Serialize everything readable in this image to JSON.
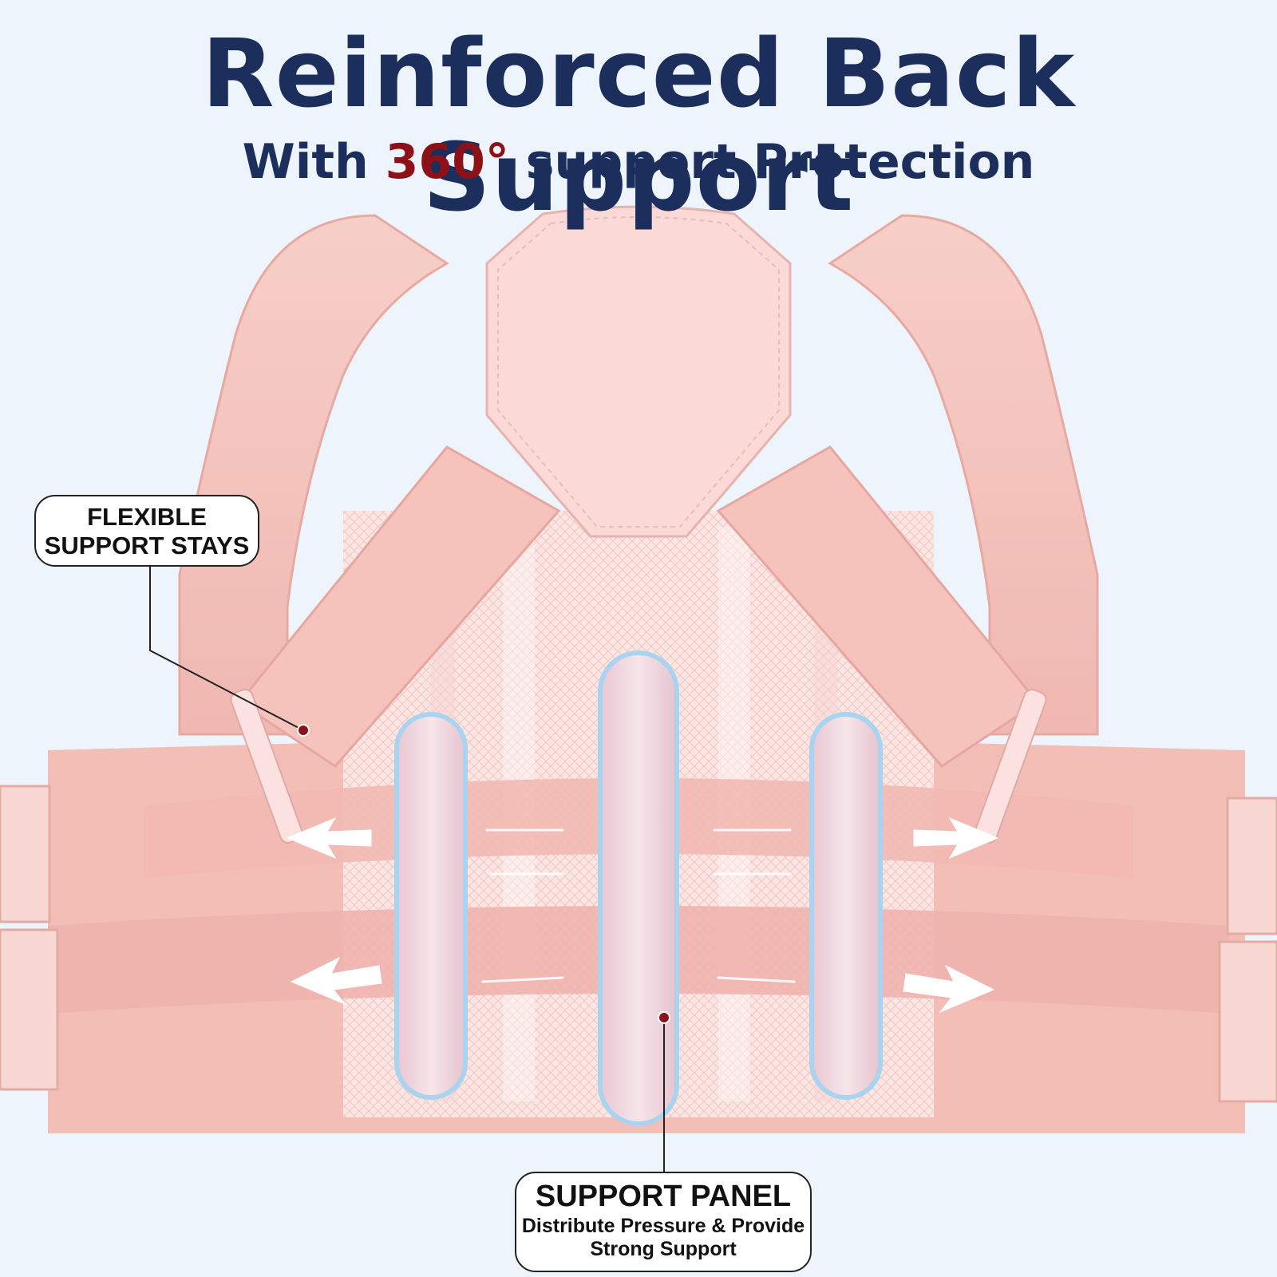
{
  "header": {
    "title": "Reinforced Back Support",
    "subtitle_pre": "With ",
    "subtitle_accent": "360°",
    "subtitle_post": " support Protection"
  },
  "callouts": {
    "stays_label": "FLEXIBLE SUPPORT STAYS",
    "panel_label": "SUPPORT PANEL",
    "panel_description": "Distribute Pressure & Provide Strong Support"
  },
  "colors": {
    "title": "#1c2f5c",
    "accent": "#8c1217",
    "fabric": "#f6c9c2",
    "mesh": "#fbe4e2",
    "stay_outline": "#a9d4ef",
    "background": "#eef4fb"
  }
}
